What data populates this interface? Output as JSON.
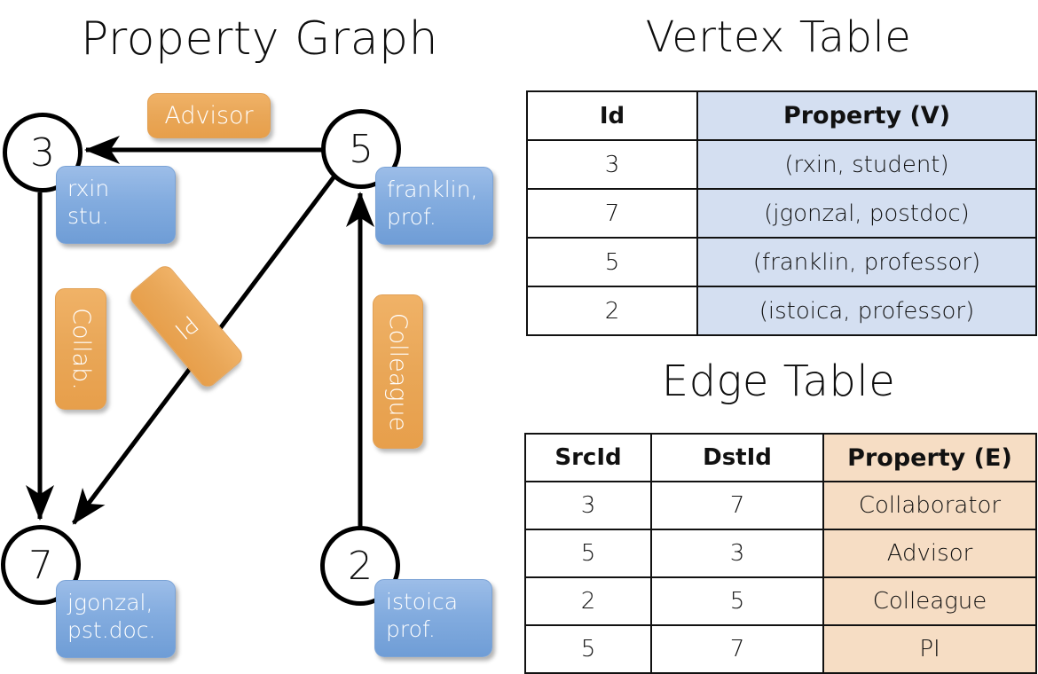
{
  "titles": {
    "property_graph": "Property Graph",
    "vertex_table": "Vertex Table",
    "edge_table": "Edge Table"
  },
  "graph": {
    "nodes": [
      {
        "id": "3",
        "property_line1": "rxin",
        "property_line2": "stu."
      },
      {
        "id": "5",
        "property_line1": "franklin,",
        "property_line2": "prof."
      },
      {
        "id": "7",
        "property_line1": "jgonzal,",
        "property_line2": "pst.doc."
      },
      {
        "id": "2",
        "property_line1": "istoica",
        "property_line2": "prof."
      }
    ],
    "edge_labels": [
      {
        "text": "Advisor",
        "orientation": "horizontal"
      },
      {
        "text": "Collab.",
        "orientation": "vertical"
      },
      {
        "text": "PI",
        "orientation": "diagonal"
      },
      {
        "text": "Colleague",
        "orientation": "vertical"
      }
    ],
    "edges": [
      {
        "from": "5",
        "to": "3",
        "label": "Advisor"
      },
      {
        "from": "3",
        "to": "7",
        "label": "Collab."
      },
      {
        "from": "5",
        "to": "7",
        "label": "PI"
      },
      {
        "from": "2",
        "to": "5",
        "label": "Colleague"
      }
    ]
  },
  "vertex_table": {
    "headers": [
      "Id",
      "Property (V)"
    ],
    "rows": [
      [
        "3",
        "(rxin, student)"
      ],
      [
        "7",
        "(jgonzal, postdoc)"
      ],
      [
        "5",
        "(franklin, professor)"
      ],
      [
        "2",
        "(istoica, professor)"
      ]
    ]
  },
  "edge_table": {
    "headers": [
      "SrcId",
      "DstId",
      "Property (E)"
    ],
    "rows": [
      [
        "3",
        "7",
        "Collaborator"
      ],
      [
        "5",
        "3",
        "Advisor"
      ],
      [
        "2",
        "5",
        "Colleague"
      ],
      [
        "5",
        "7",
        "PI"
      ]
    ]
  },
  "colors": {
    "vertex_property_fill": "#d4dff1",
    "edge_property_fill": "#f6ddc4",
    "node_box_blue": "#83acdf",
    "edge_label_orange": "#e9a758",
    "stroke": "#111111",
    "background": "#ffffff"
  }
}
